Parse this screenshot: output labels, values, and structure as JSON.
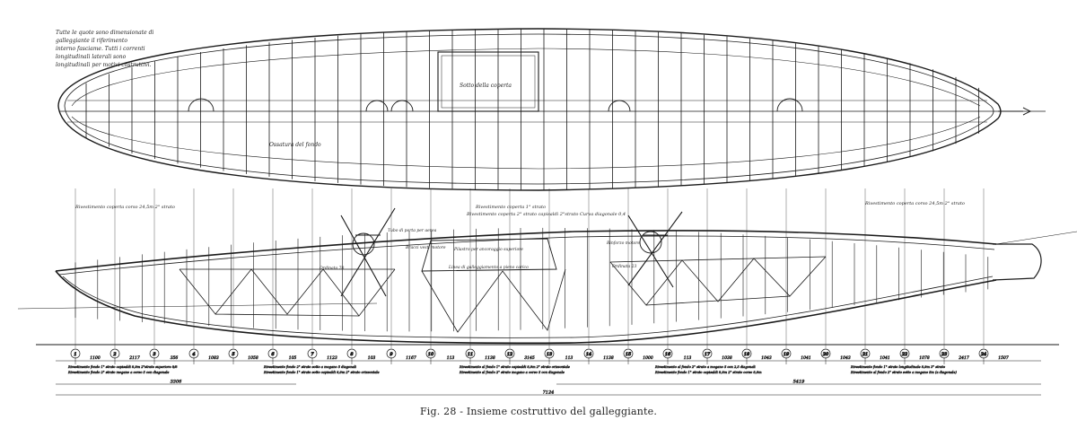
{
  "caption": "Fig. 28 - Insieme costruttivo del galleggiante.",
  "note_lines": [
    "Tutte le quote sono dimensionate di galleggiante il riferimento",
    "interno fasciame. Tutti i correnti longitudinali laterali sono",
    "longitudinali per motivi costruttivi."
  ],
  "plan_view": {
    "label_top": "Sotto della coperta",
    "label_bottom": "Ossatura del fondo"
  },
  "section_view": {
    "labels": {
      "upper_long": "Rivestimento coperta 2° strato capisaldi 2°strato Curva diagonale 0,4",
      "upper_long_2": "Rivestimento coperta 1° strato",
      "left_deck": "Rivestimento coperta corso 24,5m  2° strato",
      "right_deck": "Rivestimento coperta corso 24,5m  2° strato",
      "center_a": "Tubo di porta per aerea",
      "center_b": "Bracci vesti motore",
      "center_c": "Pilastro per ancoraggio superiore",
      "center_d": "Linea di galleggiamento a pieno carico",
      "station_left": "Ordinata 70",
      "station_right": "Ordinata 23",
      "deck_right": "Rinforzo motore"
    },
    "stations": [
      "1",
      "2",
      "3",
      "4",
      "5",
      "6",
      "7",
      "8",
      "9",
      "10",
      "11",
      "12",
      "13",
      "14",
      "15",
      "16",
      "17",
      "18",
      "19",
      "20",
      "21",
      "22",
      "23",
      "24"
    ],
    "dim_labels": [
      "1100",
      "2117",
      "356",
      "1083",
      "1058",
      "105",
      "1123",
      "103",
      "1167",
      "113",
      "1138",
      "3145",
      "113",
      "1138",
      "1000",
      "113",
      "1038",
      "1043",
      "1041",
      "1043",
      "1041",
      "1078",
      "2417",
      "1507"
    ],
    "bottom_notes": [
      "Rivestimento fondo 1° strato capisaldi 8,9m  2°strato superiore 8/8",
      "Rivestimento fondo 2° strato sotto a mogano 5 diagonali",
      "Rivestimento al fondo 1° strato capisaldi 8,9m  2° strato orizzontale",
      "Rivestimento al fondo 2° strato a mogano 5 con 2,5 diagonali",
      "Rivestimento fondo 1° strato longitudinale 8,9m  3° strato",
      "Rivestimento fondo 2° strato mogano a corso 5 con diagonale",
      "Rivestimento fondo 1° strato sotto capisaldi 8,9m  2° strato orizzontale",
      "Rivestimento al fondo 2° strato mogano a corso 5 con diagonale",
      "Rivestimento fondo 1° strato capisaldi 8,9m  2° strato corso 8,9m",
      "Rivestimento al fondo 2° strato sotto a mogano 5m (a diagonale)"
    ],
    "total_dims": [
      "3306",
      "5419",
      "7124"
    ]
  }
}
